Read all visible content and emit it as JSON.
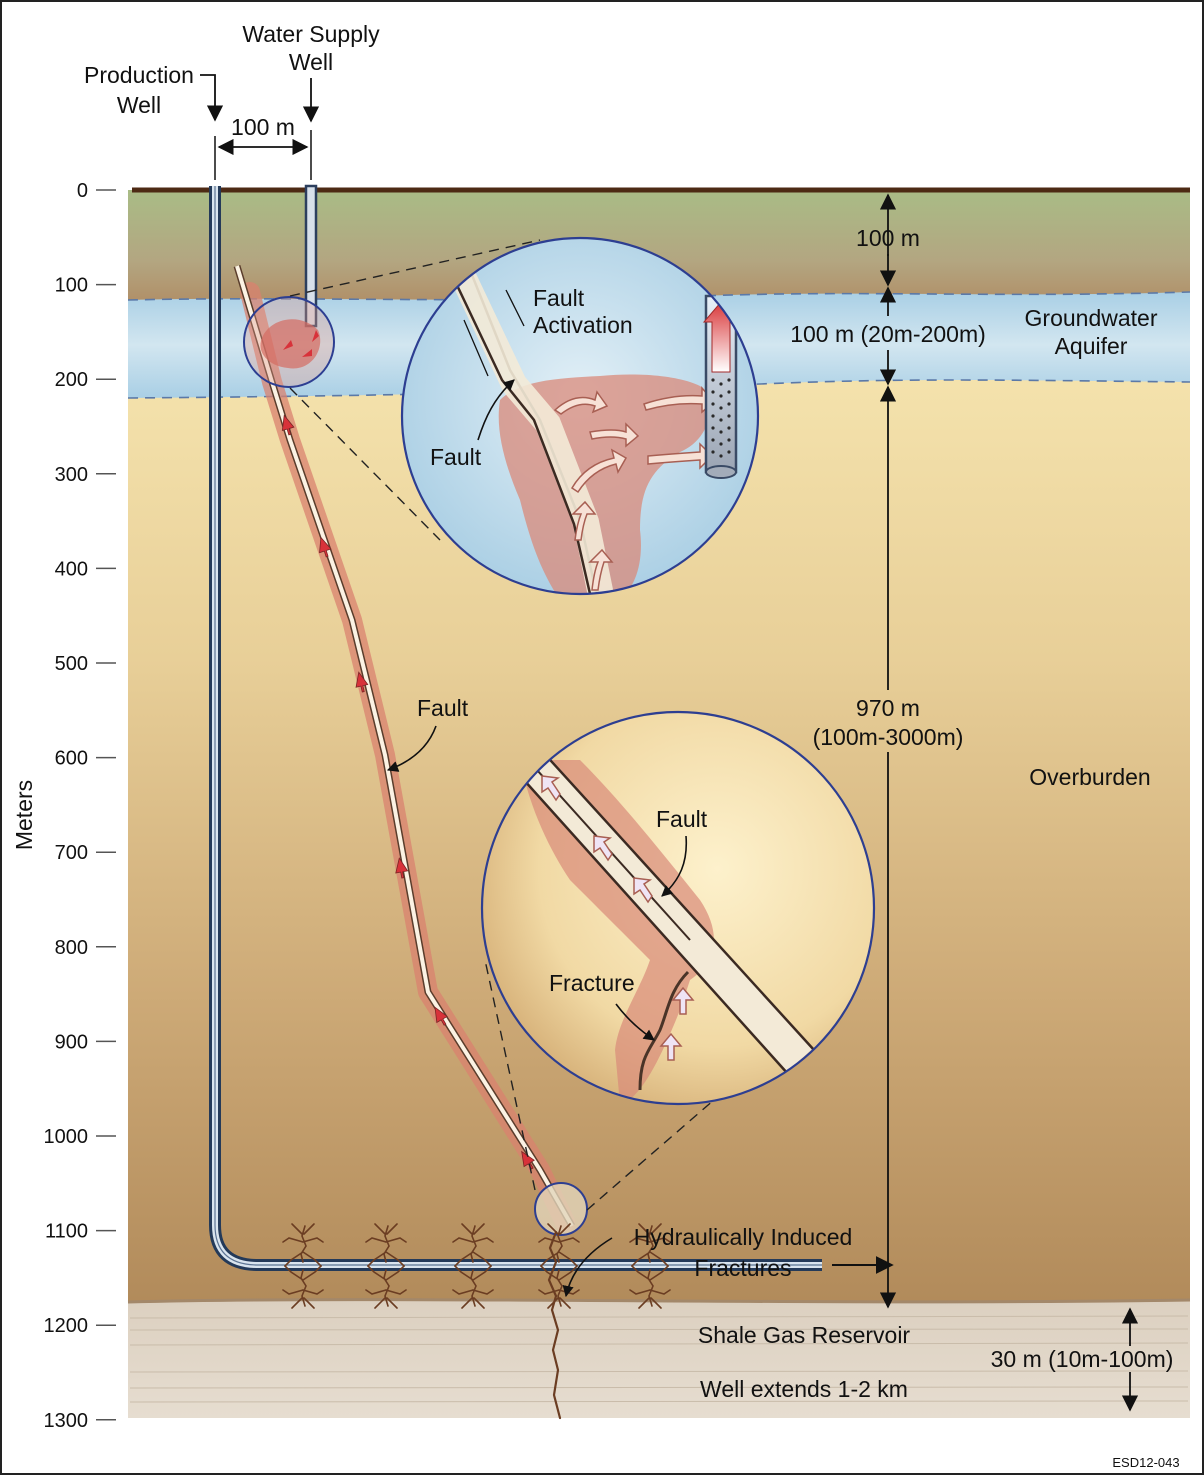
{
  "header": {
    "production_well_line1": "Production",
    "production_well_line2": "Well",
    "water_well_line1": "Water Supply",
    "water_well_line2": "Well",
    "spacing": "100 m"
  },
  "axis": {
    "label": "Meters",
    "ticks": [
      "0",
      "100",
      "200",
      "300",
      "400",
      "500",
      "600",
      "700",
      "800",
      "900",
      "1000",
      "1100",
      "1200",
      "1300"
    ]
  },
  "layers": {
    "soil_thickness": "100 m",
    "aquifer_thickness": "100 m (20m-200m)",
    "aquifer_name_line1": "Groundwater",
    "aquifer_name_line2": "Aquifer",
    "overburden_thickness_line1": "970 m",
    "overburden_thickness_line2": "(100m-3000m)",
    "overburden_name": "Overburden",
    "reservoir_name": "Shale Gas Reservoir",
    "reservoir_thickness": "30 m (10m-100m)",
    "well_extends": "Well extends 1-2 km"
  },
  "labels": {
    "fault_main": "Fault",
    "hydraulic_line1": "Hydraulically Induced",
    "hydraulic_line2": "Fractures"
  },
  "inset_top": {
    "fault_activation_line1": "Fault",
    "fault_activation_line2": "Activation",
    "fault": "Fault"
  },
  "inset_bottom": {
    "fault": "Fault",
    "fracture": "Fracture"
  },
  "footer": {
    "code": "ESD12-043"
  },
  "colors": {
    "soil": "#a8bb84",
    "aquifer": "#b9d9ea",
    "overburden_top": "#f3dfa6",
    "overburden_bottom": "#b38d5c",
    "reservoir": "#d9cdbd",
    "plume": "#d97c6e",
    "circle_outline": "#2d3e91"
  }
}
